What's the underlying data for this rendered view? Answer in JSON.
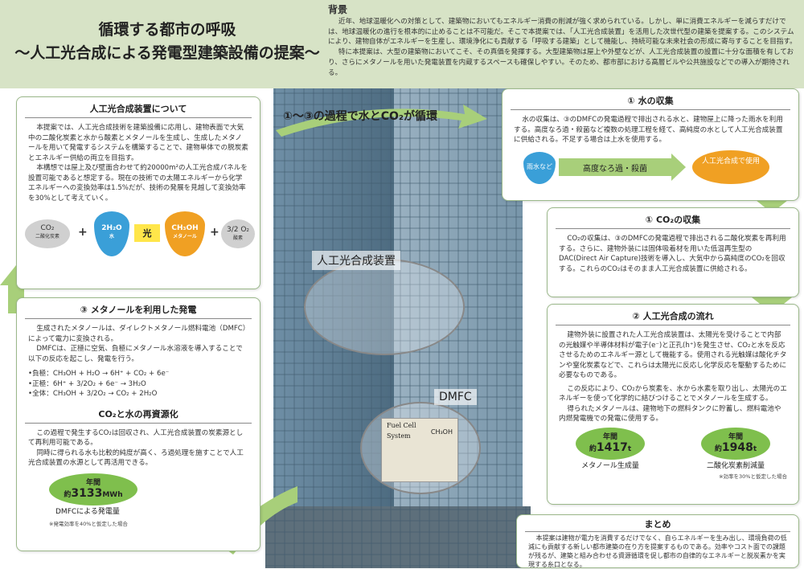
{
  "title": {
    "line1": "循環する都市の呼吸",
    "line2": "～人工光合成による発電型建築設備の提案～"
  },
  "background": {
    "heading": "背景",
    "p1": "近年、地球温暖化への対策として、建築物においてもエネルギー消費の削減が強く求められている。しかし、単に消費エネルギーを減らすだけでは、地球温暖化の進行を根本的に止めることは不可能だ。そこで本提案では、「人工光合成装置」を活用した次世代型の建築を提案する。このシステムにより、建物自体がエネルギーを生産し、環境浄化にも貢献する「呼吸する建築」として機能し、持続可能な未来社会の形成に寄与することを目指す。",
    "p2": "特に本提案は、大型の建築物においてこそ、その真価を発揮する。大型建築物は屋上や外壁などが、人工光合成装置の設置に十分な面積を有しており、さらにメタノールを用いた発電装置を内蔵するスペースも確保しやすい。そのため、都市部における高層ビルや公共施設などでの導入が期待される。"
  },
  "cycle_arrow": "①～③の過程で水とCO₂が循環",
  "about": {
    "heading": "人工光合成装置について",
    "p1": "本提案では、人工光合成技術を建築設備に応用し、建物表面で大気中の二酸化炭素と水から酸素とメタノールを生成し、生成したメタノールを用いて発電するシステムを構築することで、建物単体での脱炭素とエネルギー供給の両立を目指す。",
    "p2": "本構想では屋上及び壁面合わせて約20000m²の人工光合成パネルを設置可能であると想定する。現在の技術での太陽エネルギーから化学エネルギーへの変換効率は1.5%だが、技術の発展を見越して変換効率を30%として考えていく。",
    "eq": {
      "co2": "CO₂",
      "co2_sub": "二酸化炭素",
      "plus1": "+",
      "h2o": "2H₂O",
      "h2o_sub": "水",
      "light": "光",
      "ch3oh": "CH₃OH",
      "ch3oh_sub": "メタノール",
      "plus2": "+",
      "o2": "3/2 O₂",
      "o2_sub": "酸素"
    }
  },
  "water": {
    "heading": "① 水の収集",
    "p1": "水の収集は、③のDMFCの発電過程で排出される水と、建物屋上に降った雨水を利用する。高度なろ過・殺菌など複数の処理工程を経て、高純度の水として人工光合成装置に供給される。不足する場合は上水を使用する。",
    "flow_start": "雨水など",
    "flow_mid": "高度なろ過・殺菌",
    "flow_end": "人工光合成で使用"
  },
  "co2": {
    "heading": "① CO₂の収集",
    "p1": "CO₂の収集は、③のDMFCの発電過程で排出される二酸化炭素を再利用する。さらに、建物外装には固体吸着材を用いた低温再生型のDAC(Direct Air Capture)技術を導入し、大気中から高純度のCO₂を回収する。これらのCO₂はそのまま人工光合成装置に供給される。"
  },
  "flow": {
    "heading": "② 人工光合成の流れ",
    "p1": "建物外装に設置された人工光合成装置は、太陽光を受けることで内部の光触媒や半導体材料が電子(e⁻)と正孔(h⁺)を発生させ、CO₂と水を反応させるためのエネルギー源として機能する。使用される光触媒は酸化チタンや窒化炭素などで、これらは太陽光に反応し化学反応を駆動するために必要なものである。",
    "p2": "この反応により、CO₂から炭素を、水から水素を取り出し、太陽光のエネルギーを使って化学的に結びつけることでメタノールを生成する。",
    "p3": "得られたメタノールは、建物地下の燃料タンクに貯蓄し、燃料電池や内燃発電機での発電に使用する。",
    "stat1": {
      "period": "年間",
      "prefix": "約",
      "value": "1417",
      "unit": "t",
      "label": "メタノール生成量"
    },
    "stat2": {
      "period": "年間",
      "prefix": "約",
      "value": "1948",
      "unit": "t",
      "label": "二酸化炭素削減量"
    },
    "note": "※効率を30%と仮定した場合"
  },
  "dmfc": {
    "heading": "③ メタノールを利用した発電",
    "p1": "生成されたメタノールは、ダイレクトメタノール燃料電池（DMFC）によって電力に変換される。",
    "p2": "DMFCは、正極に空気、負極にメタノール水溶液を導入することで以下の反応を起こし、発電を行う。",
    "r1": "•負極：CH₃OH + H₂O → 6H⁺ + CO₂ + 6e⁻",
    "r2": "•正極：6H⁺ + 3/2O₂ + 6e⁻ → 3H₂O",
    "r3": "•全体：CH₃OH + 3/2O₂ → CO₂ + 2H₂O",
    "sub_heading": "CO₂と水の再資源化",
    "p3": "この過程で発生するCO₂は回収され、人工光合成装置の炭素源として再利用可能である。",
    "p4": "同時に得られる水も比較的純度が高く、ろ過処理を施すことで人工光合成装置の水源として再活用できる。",
    "stat": {
      "period": "年間",
      "prefix": "約",
      "value": "3133",
      "unit": "MWh",
      "label": "DMFCによる発電量"
    },
    "note": "※発電効率を40%と仮定した場合"
  },
  "summary": {
    "heading": "まとめ",
    "p1": "本提案は建物が電力を消費するだけでなく、自らエネルギーを生み出し、環境負荷の低減にも貢献する新しい都市建築の在り方を提案するものである。効率やコスト面での課題が残るが、建築と組み合わせる資源循環を促し都市の自律的なエネルギーと脱炭素かを実現する糸口となる。"
  },
  "building_labels": {
    "apparatus": "人工光合成装置",
    "dmfc": "DMFC",
    "unit_text1": "Fuel Cell",
    "unit_text2": "System",
    "unit_text3": "CH₃OH"
  },
  "colors": {
    "header_bg": "#d7e3c6",
    "accent_green": "#7fbf4d",
    "arrow_green": "#a8cf7a",
    "drop_blue": "#3a9fd8",
    "drop_orange": "#f0a023",
    "light_yellow": "#ffe64a"
  }
}
